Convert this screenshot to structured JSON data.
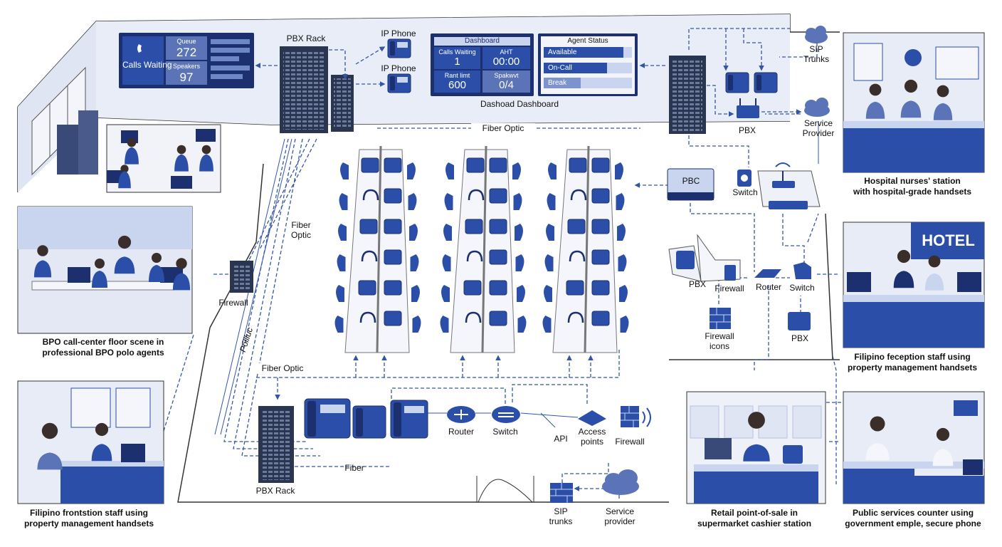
{
  "wall_screen": {
    "calls_waiting_label": "Calls Waiting",
    "queue_label": "Queue",
    "queue_value": "272",
    "speakers_label": "Speakers",
    "speakers_value": "97"
  },
  "pbx_rack_top_label": "PBX Rack",
  "ip_phone_labels": [
    "IP Phone",
    "IP Phone"
  ],
  "dashboard": {
    "title": "Dashboard",
    "calls_waiting_label": "Calls Waiting",
    "calls_waiting_value": "1",
    "aht_label": "AHT",
    "aht_value": "00:00",
    "rant_label": "Rant limt",
    "rant_value": "600",
    "spakwvt_label": "Spakwvt",
    "spakwvt_value": "0/4",
    "caption": "Dashoad Dashboard"
  },
  "agent_status": {
    "title": "Agent Status",
    "rows": [
      "Available",
      "On-Call",
      "Break"
    ],
    "fills": [
      0.9,
      0.72,
      0.42
    ]
  },
  "labels": {
    "sip_trunks_top": "SIP\nTrunks",
    "pbx_top_right": "PBX",
    "service_provider_right": "Service\nProvider",
    "fiber_optic_top": "Fiber Optic",
    "fiber_optic_mid": "Fiber\nOptic",
    "fiber_optic_bottom": "Fiber Optic",
    "firewall_left": "Firewall",
    "pbllluc": "Pбllluc",
    "pbc_box": "PBC",
    "switch_upper": "Switch",
    "pbx_mid": "PBX",
    "firewall_mid": "Firewall",
    "router_mid": "Router",
    "switch_mid": "Switch",
    "firewall_icons": "Firewall\nicons",
    "pbx_lower_right": "PBX",
    "pbx_rack_bottom": "PBX Rack",
    "fiber_bottom": "Fiber",
    "router_bottom": "Router",
    "switch_bottom": "Switch",
    "api": "API",
    "access_points": "Access\npoints",
    "firewall_bottom": "Firewall",
    "sip_trunks_bottom": "SIP\ntrunks",
    "service_provider_bottom": "Service\nprovider"
  },
  "captions": {
    "bpo_floor": "BPO call-center floor scene in\nprofessional BPO polo agents",
    "hospital": "Hospital nurses' station\nwith hospital-grade handsets",
    "hotel": "Filipino feception staff using\nproperty management handsets",
    "clinic": "Filipino frontstion staff using\nproperty management handsets",
    "retail": "Retail point-of-sale in\nsupermarket cashier station",
    "public_services": "Public services counter using\ngovernment emple, secure phone"
  },
  "hotel_sign": "HOTEL",
  "colors": {
    "primary": "#2b4fa8",
    "dark": "#1c2f6e",
    "light": "#c9d4ee",
    "pale": "#e6ebf6",
    "line": "#3556a8"
  }
}
